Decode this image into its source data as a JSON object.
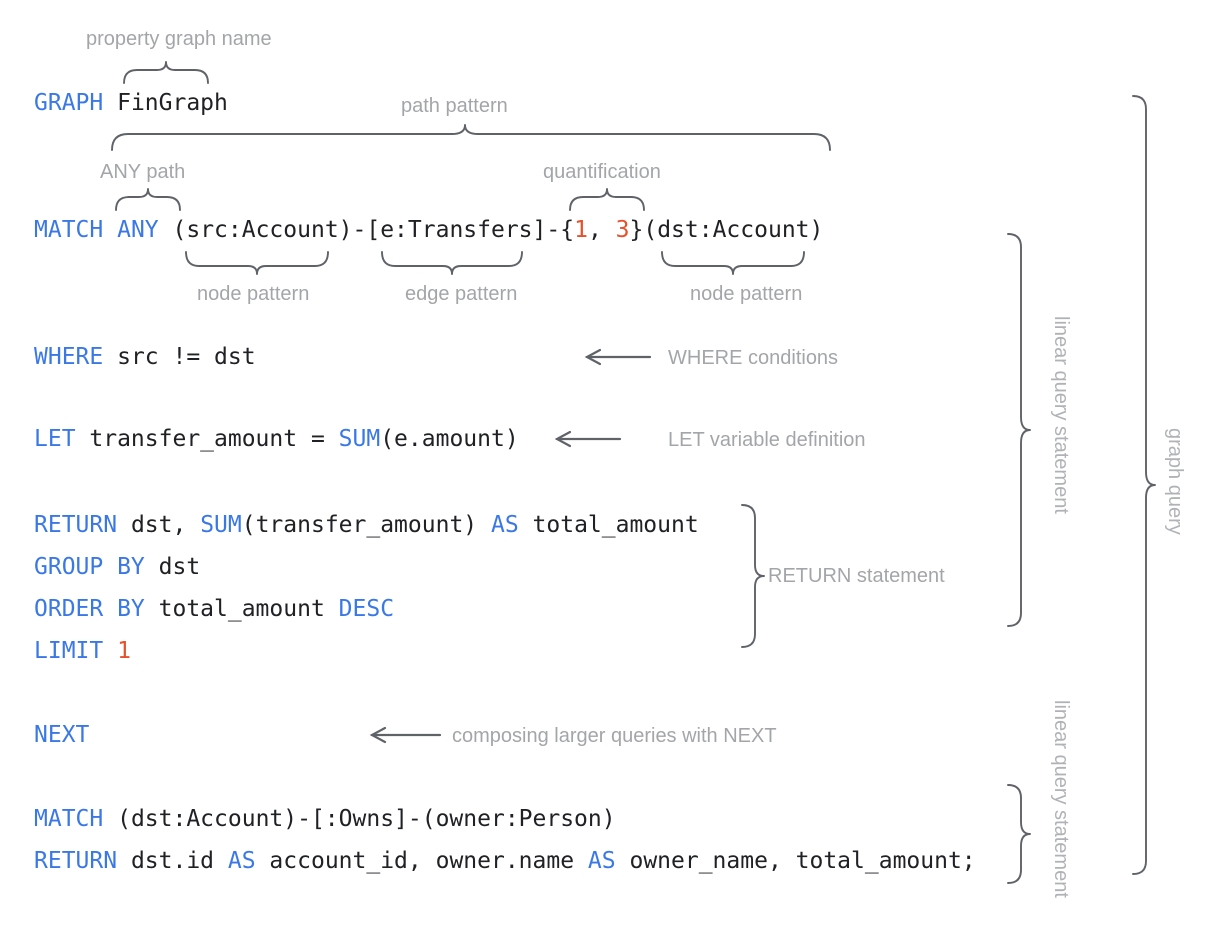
{
  "diagram": {
    "title": "GQL graph query anatomy",
    "colors": {
      "keyword": "#3b78e7",
      "literal": "#e8502a",
      "plain": "#202124",
      "annotation": "#a3a6a9",
      "brace": "#5f6368",
      "background": "#ffffff"
    }
  },
  "code_lines": [
    {
      "id": "line-graph",
      "tokens": [
        {
          "t": "GRAPH",
          "k": "kw"
        },
        {
          "t": " FinGraph",
          "k": "pl"
        }
      ]
    },
    {
      "id": "line-match-1",
      "tokens": [
        {
          "t": "MATCH",
          "k": "kw"
        },
        {
          "t": " ",
          "k": "pl"
        },
        {
          "t": "ANY",
          "k": "kw"
        },
        {
          "t": " (src:Account)-[e:Transfers]-{",
          "k": "pl"
        },
        {
          "t": "1",
          "k": "num"
        },
        {
          "t": ", ",
          "k": "pl"
        },
        {
          "t": "3",
          "k": "num"
        },
        {
          "t": "}(dst:Account)",
          "k": "pl"
        }
      ]
    },
    {
      "id": "line-where",
      "tokens": [
        {
          "t": "WHERE",
          "k": "kw"
        },
        {
          "t": " src != dst",
          "k": "pl"
        }
      ]
    },
    {
      "id": "line-let",
      "tokens": [
        {
          "t": "LET",
          "k": "kw"
        },
        {
          "t": " transfer_amount = ",
          "k": "pl"
        },
        {
          "t": "SUM",
          "k": "kw"
        },
        {
          "t": "(e.amount)",
          "k": "pl"
        }
      ]
    },
    {
      "id": "line-return-1",
      "tokens": [
        {
          "t": "RETURN",
          "k": "kw"
        },
        {
          "t": " dst, ",
          "k": "pl"
        },
        {
          "t": "SUM",
          "k": "kw"
        },
        {
          "t": "(transfer_amount) ",
          "k": "pl"
        },
        {
          "t": "AS",
          "k": "kw"
        },
        {
          "t": " total_amount",
          "k": "pl"
        }
      ]
    },
    {
      "id": "line-group-by",
      "tokens": [
        {
          "t": "GROUP BY",
          "k": "kw"
        },
        {
          "t": " dst",
          "k": "pl"
        }
      ]
    },
    {
      "id": "line-order-by",
      "tokens": [
        {
          "t": "ORDER BY",
          "k": "kw"
        },
        {
          "t": " total_amount ",
          "k": "pl"
        },
        {
          "t": "DESC",
          "k": "kw"
        }
      ]
    },
    {
      "id": "line-limit",
      "tokens": [
        {
          "t": "LIMIT",
          "k": "kw"
        },
        {
          "t": " ",
          "k": "pl"
        },
        {
          "t": "1",
          "k": "num"
        }
      ]
    },
    {
      "id": "line-next",
      "tokens": [
        {
          "t": "NEXT",
          "k": "kw"
        }
      ]
    },
    {
      "id": "line-match-2",
      "tokens": [
        {
          "t": "MATCH",
          "k": "kw"
        },
        {
          "t": " (dst:Account)-[:Owns]-(owner:Person)",
          "k": "pl"
        }
      ]
    },
    {
      "id": "line-return-2",
      "tokens": [
        {
          "t": "RETURN",
          "k": "kw"
        },
        {
          "t": " dst.id ",
          "k": "pl"
        },
        {
          "t": "AS",
          "k": "kw"
        },
        {
          "t": " account_id, owner.name ",
          "k": "pl"
        },
        {
          "t": "AS",
          "k": "kw"
        },
        {
          "t": " owner_name, total_amount;",
          "k": "pl"
        }
      ]
    }
  ],
  "annotations": {
    "property_graph_name": "property graph name",
    "path_pattern": "path pattern",
    "any_path": "ANY path",
    "quantification": "quantification",
    "node_pattern_left": "node pattern",
    "edge_pattern": "edge pattern",
    "node_pattern_right": "node pattern",
    "where_conditions": "WHERE conditions",
    "let_variable_definition": "LET variable definition",
    "return_statement": "RETURN statement",
    "composing_with_next": "composing larger queries with NEXT",
    "linear_query_statement_1": "linear query statement",
    "linear_query_statement_2": "linear query statement",
    "graph_query": "graph query"
  }
}
